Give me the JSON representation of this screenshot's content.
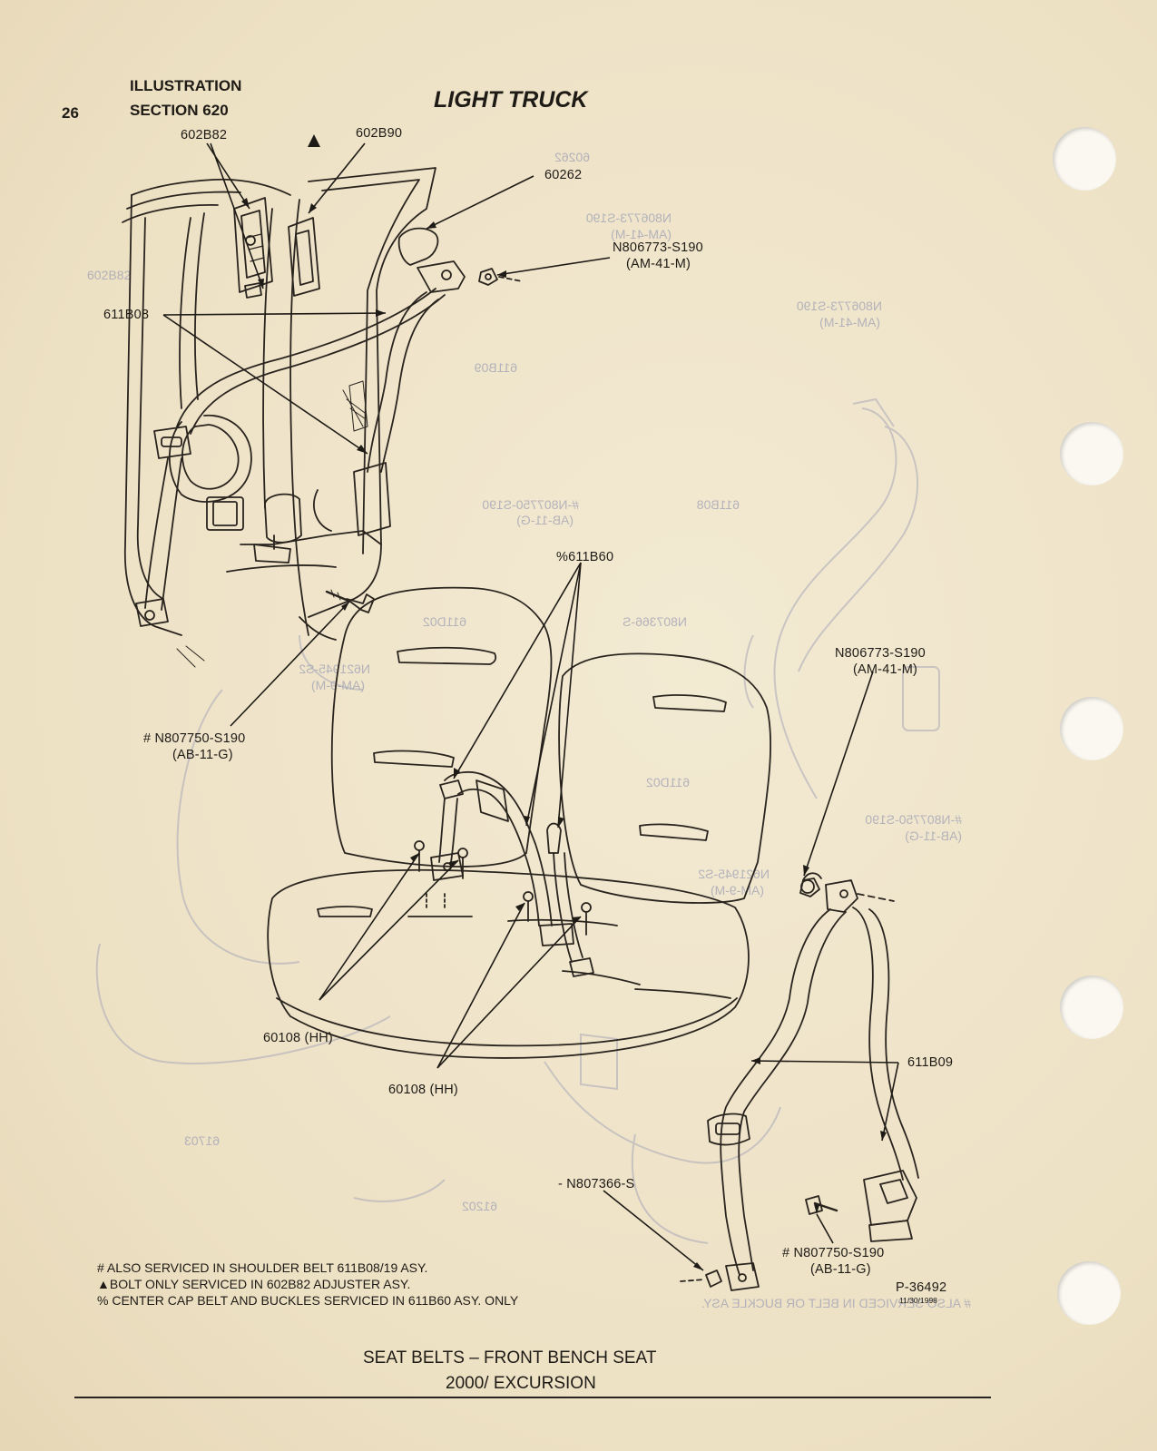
{
  "header": {
    "page_number": "26",
    "line1": "ILLUSTRATION",
    "line2": "SECTION 620",
    "title": "LIGHT TRUCK"
  },
  "callouts": {
    "c602b82": "602B82",
    "c602b90": "602B90",
    "c60262": "60262",
    "nut_top": "N806773-S190",
    "nut_top_code": "(AM-41-M)",
    "c611b08": "611B08",
    "c611b60": "%611B60",
    "nut_right": "N806773-S190",
    "nut_right_code": "(AM-41-M)",
    "bolt_left": "# N807750-S190",
    "bolt_left_code": "(AB-11-G)",
    "anchor_a": "60108 (HH)",
    "anchor_b": "60108 (HH)",
    "c611b09": "611B09",
    "n807366": "- N807366-S",
    "bolt_right": "# N807750-S190",
    "bolt_right_code": "(AB-11-G)"
  },
  "ghost_labels": {
    "g1": "60262",
    "g2": "N806773-S190",
    "g3": "(AM-41-M)",
    "g4": "602B82",
    "g5": "611B09",
    "g6": "N806773-S190",
    "g7": "(AM-41-M)",
    "g8": "611B08",
    "g9": "#-N807750-S190",
    "g10": "(AB-11-G)",
    "g11": "N807366-S",
    "g12": "611D02",
    "g13": "N621945-S2",
    "g14": "(AM-9-M)",
    "g15": "611D02",
    "g16": "#-N807750-S190",
    "g17": "(AB-11-G)",
    "g18": "N621945-S2",
    "g19": "(AM-9-M)",
    "g20": "61703",
    "g21": "61202",
    "g22": "# ALSO SERVICED IN BELT OR BUCKLE ASY."
  },
  "notes": {
    "n1": "# ALSO SERVICED IN SHOULDER BELT 611B08/19 ASY.",
    "n2": "▲BOLT ONLY SERVICED IN 602B82 ADJUSTER ASY.",
    "n3": "% CENTER CAP BELT AND BUCKLES SERVICED IN 611B60 ASY. ONLY"
  },
  "figure_id": "P-36492",
  "figure_date": "11/30/1998",
  "caption": {
    "line1": "SEAT BELTS – FRONT BENCH SEAT",
    "line2": "2000/ EXCURSION"
  }
}
